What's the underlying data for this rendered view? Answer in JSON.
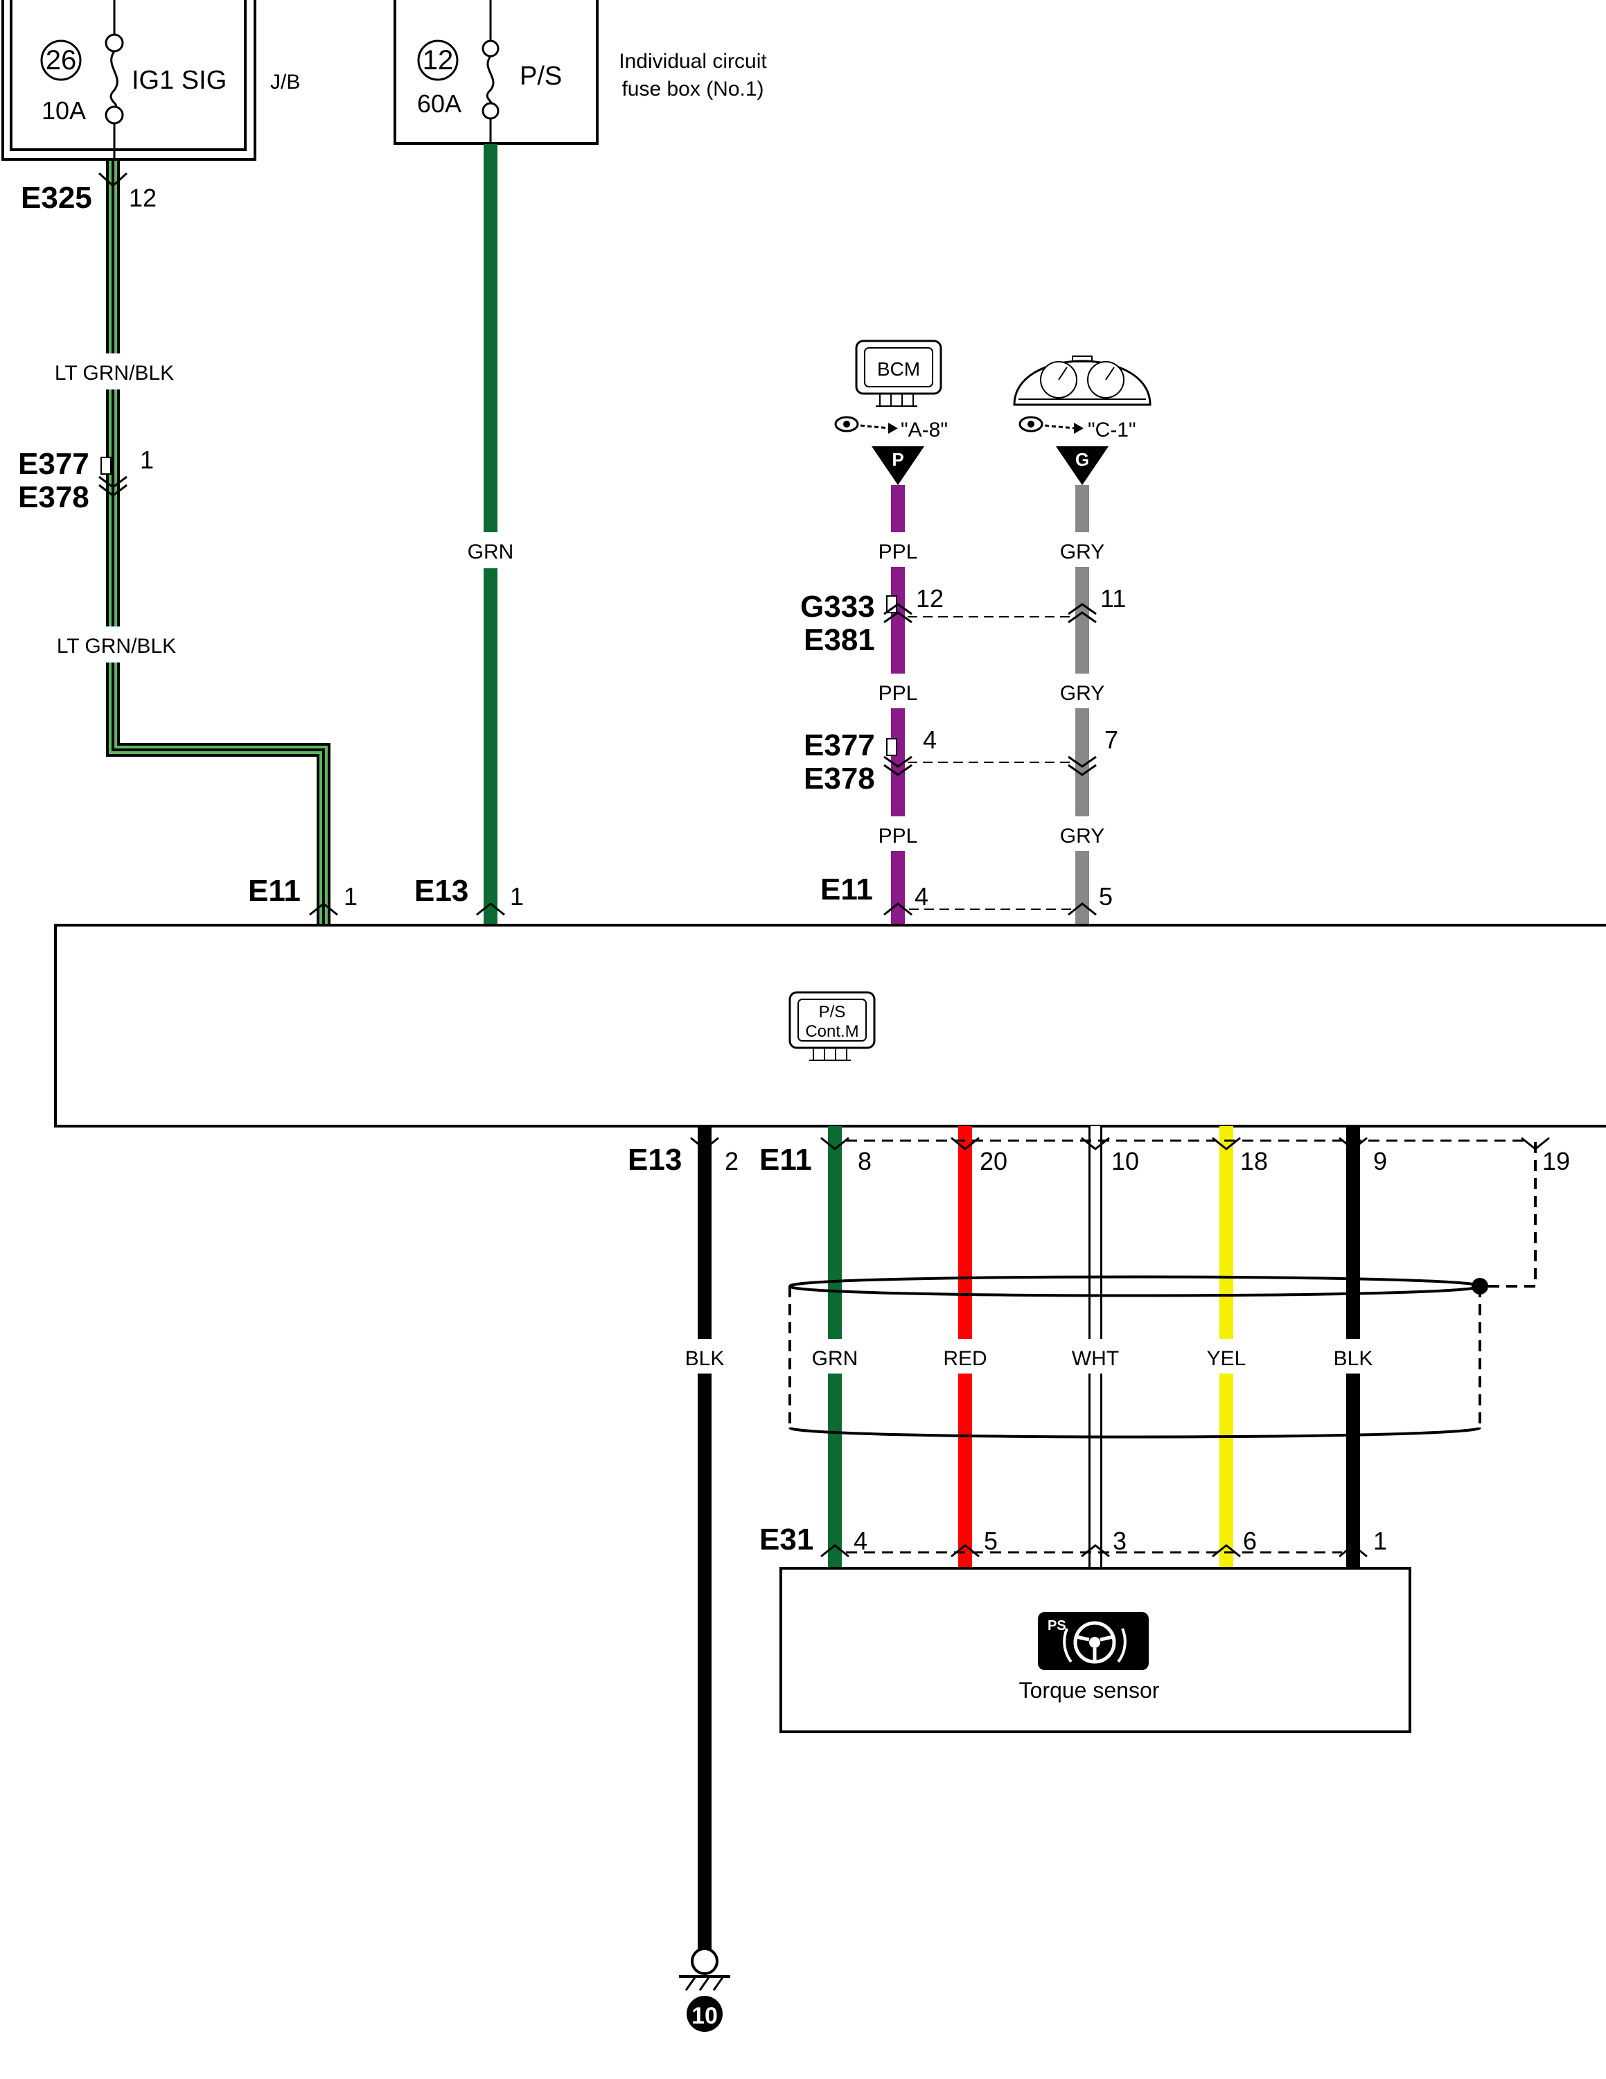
{
  "fuses": {
    "ig1": {
      "number": "26",
      "rating": "10A",
      "name": "IG1 SIG",
      "box": "J/B"
    },
    "ps": {
      "number": "12",
      "rating": "60A",
      "name": "P/S",
      "box_line1": "Individual circuit",
      "box_line2": "fuse box (No.1)"
    }
  },
  "connectors": {
    "e325": {
      "name": "E325",
      "pin": "12"
    },
    "e377_top": {
      "name1": "E377",
      "name2": "E378",
      "pin": "1"
    },
    "g333": {
      "name1": "G333",
      "name2": "E381",
      "pin_ppl": "12",
      "pin_gry": "11"
    },
    "e377_mid": {
      "name1": "E377",
      "name2": "E378",
      "pin_ppl": "4",
      "pin_gry": "7"
    },
    "e11_top_left": {
      "name": "E11",
      "pin": "1"
    },
    "e13_top": {
      "name": "E13",
      "pin": "1"
    },
    "e11_top_right": {
      "name": "E11",
      "pin_ppl": "4",
      "pin_gry": "5"
    },
    "e13_bottom": {
      "name": "E13",
      "pin": "2"
    },
    "e11_bottom": {
      "name": "E11",
      "pins": [
        "8",
        "20",
        "10",
        "18",
        "9",
        "19"
      ]
    },
    "e31": {
      "name": "E31",
      "pins": [
        "4",
        "5",
        "3",
        "6",
        "1"
      ]
    }
  },
  "wires": {
    "lt_grn_blk_1": "LT GRN/BLK",
    "lt_grn_blk_2": "LT GRN/BLK",
    "grn_top": "GRN",
    "ppl_1": "PPL",
    "ppl_2": "PPL",
    "ppl_3": "PPL",
    "gry_1": "GRY",
    "gry_2": "GRY",
    "gry_3": "GRY",
    "blk_ground": "BLK",
    "sensor_wires": [
      "GRN",
      "RED",
      "WHT",
      "YEL",
      "BLK"
    ]
  },
  "colors": {
    "lt_grn": "#5cb85c",
    "grn": "#0b6b32",
    "ppl": "#8a1a8a",
    "gry": "#888888",
    "red": "#ff0000",
    "yel": "#f5f000",
    "blk": "#000000",
    "wht": "#ffffff"
  },
  "modules": {
    "bcm": {
      "label": "BCM",
      "ref": "\"A-8\"",
      "tag": "P"
    },
    "meter": {
      "ref": "\"C-1\"",
      "tag": "G"
    },
    "ps_control": {
      "line1": "P/S",
      "line2": "Cont.M"
    },
    "torque_sensor": {
      "label": "Torque sensor",
      "icon_text": "PS"
    }
  },
  "ground": {
    "number": "10"
  }
}
